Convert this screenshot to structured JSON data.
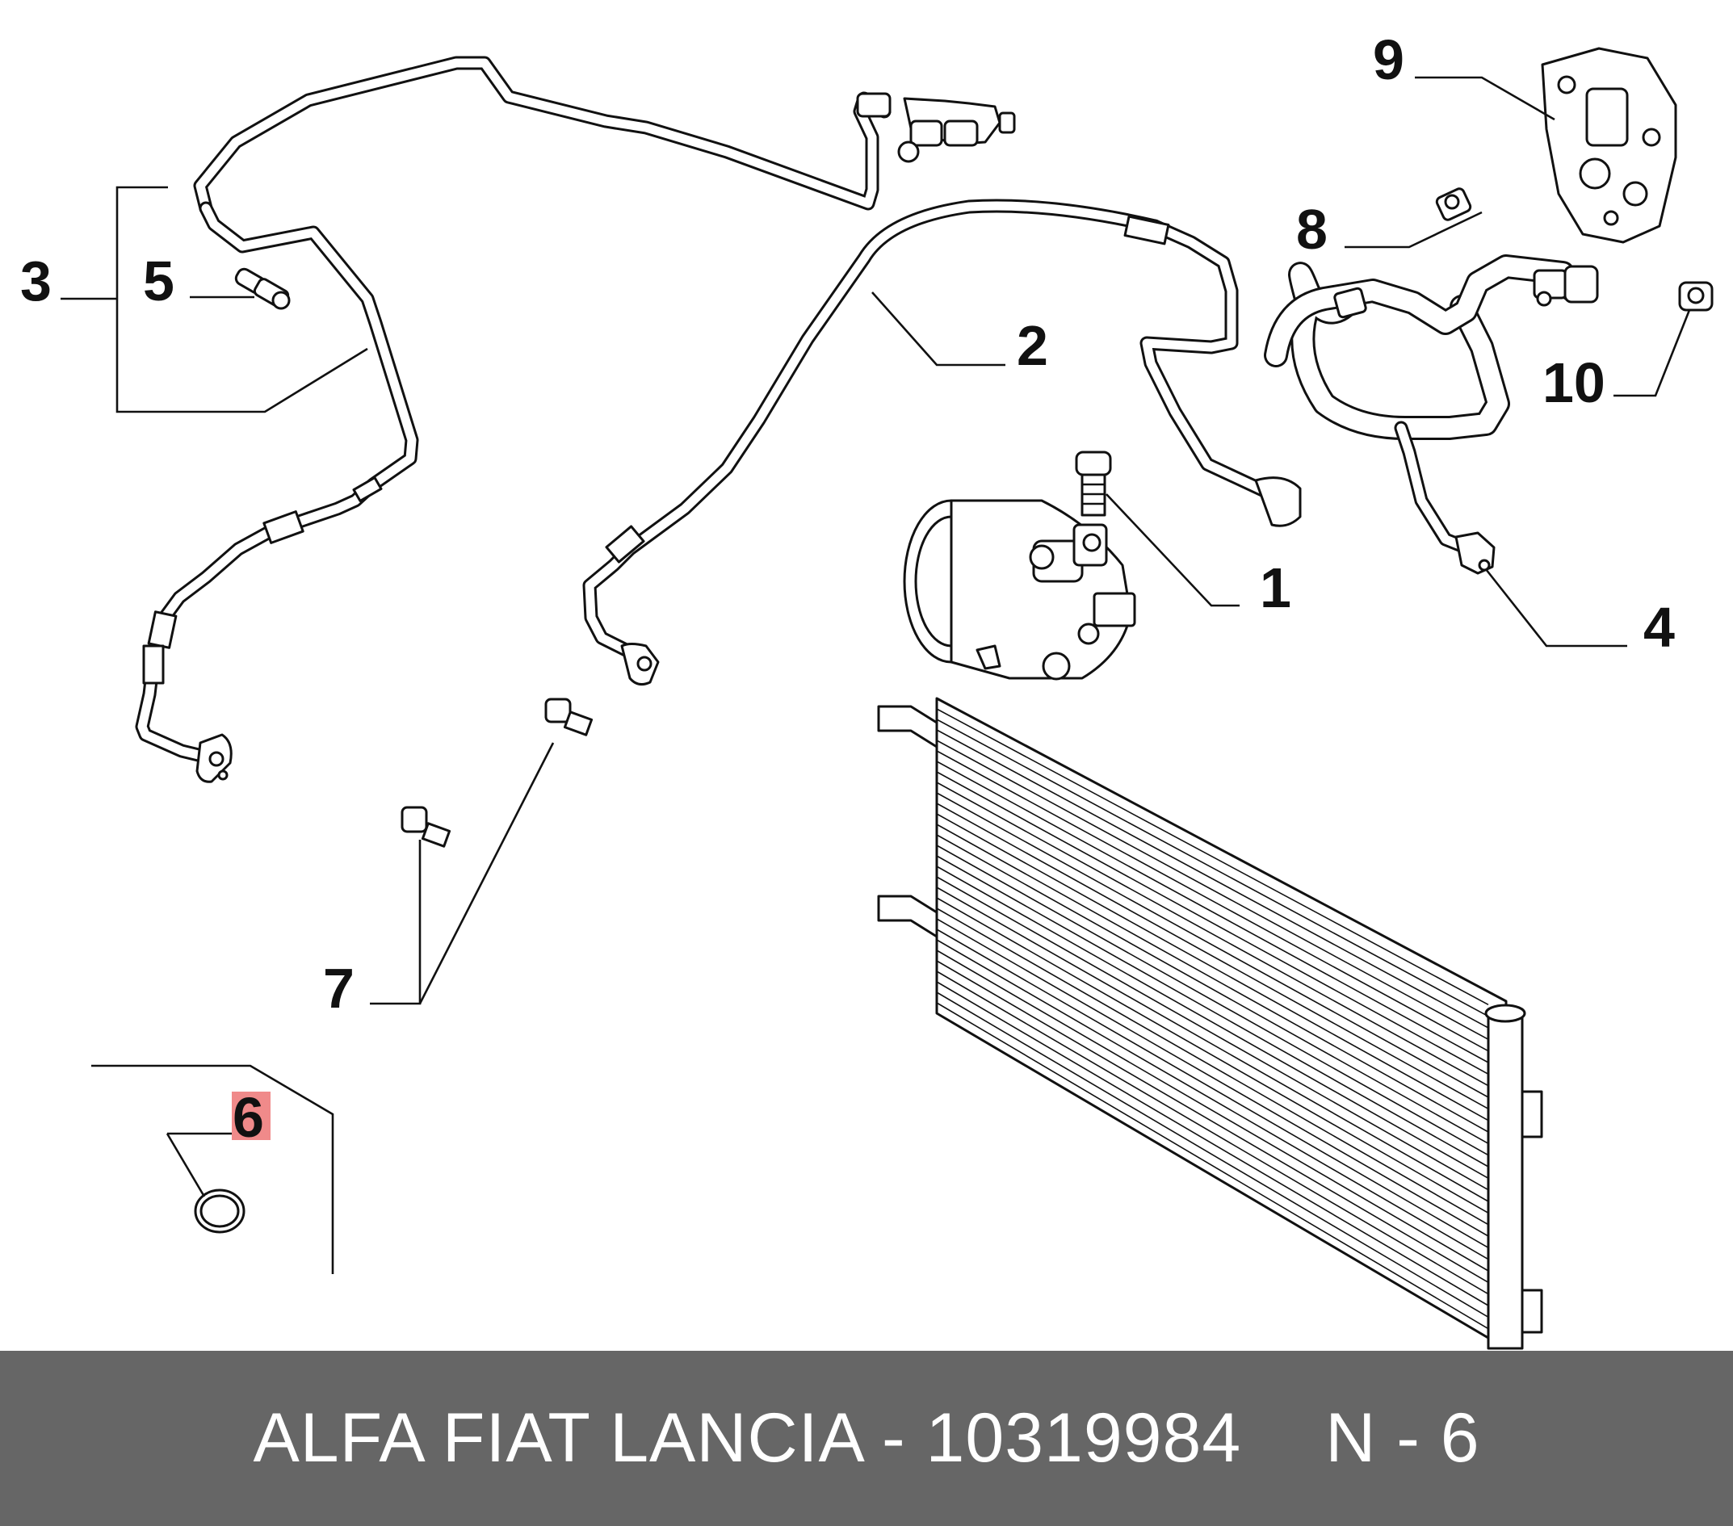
{
  "diagram": {
    "callouts": {
      "c1": "1",
      "c2": "2",
      "c3": "3",
      "c4": "4",
      "c5": "5",
      "c6": "6",
      "c7": "7",
      "c8": "8",
      "c9": "9",
      "c10": "10"
    },
    "highlight_color": "#f08a8a"
  },
  "footer": {
    "brand_text": "ALFA FIAT LANCIA - 10319984",
    "code_text": "N - 6",
    "background_color": "#666666"
  }
}
